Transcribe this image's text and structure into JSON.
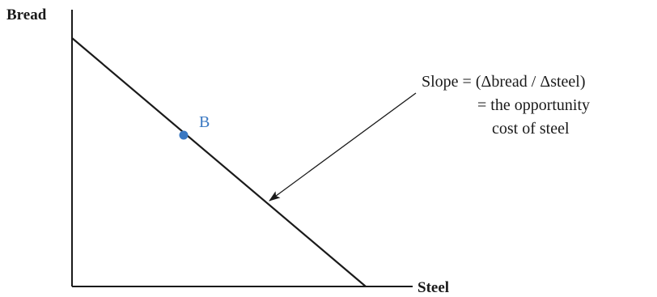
{
  "diagram": {
    "y_axis_label": "Bread",
    "x_axis_label": "Steel",
    "point": {
      "label": "B",
      "color": "#3a78c2"
    },
    "annotation": {
      "line1": "Slope = (Δbread / Δsteel)",
      "line2": "= the opportunity",
      "line3": "cost of steel"
    },
    "colors": {
      "axis": "#1a1a1a",
      "line": "#1a1a1a",
      "arrow": "#1a1a1a",
      "text": "#1a1a1a"
    }
  }
}
